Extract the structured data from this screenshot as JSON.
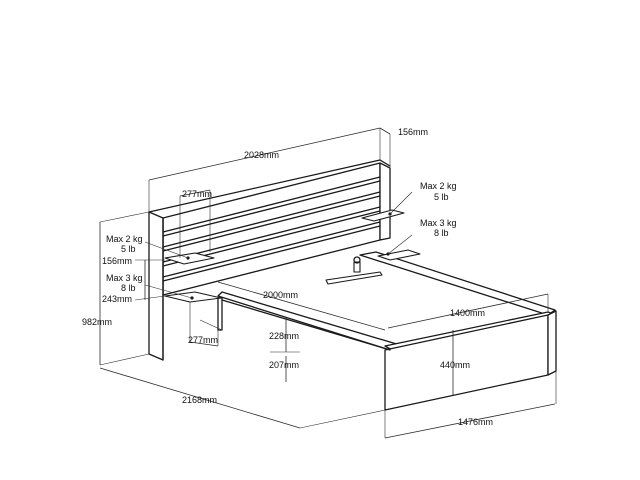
{
  "dimensions": {
    "headboard_width": "2028mm",
    "headboard_depth": "156mm",
    "shelf_depth_a": "277mm",
    "shelf_depth_b": "277mm",
    "side_depth": "156mm",
    "lower_shelf_height": "243mm",
    "total_height": "982mm",
    "inner_length": "2000mm",
    "inner_width": "1400mm",
    "leg_height": "228mm",
    "under_clearance": "207mm",
    "footboard_height": "440mm",
    "total_length": "2168mm",
    "total_width": "1476mm"
  },
  "load_labels": {
    "right_top": {
      "metric": "Max 2 kg",
      "imperial": "5 lb"
    },
    "right_bottom": {
      "metric": "Max 3 kg",
      "imperial": "8 lb"
    },
    "left_top": {
      "metric": "Max 2 kg",
      "imperial": "5 lb"
    },
    "left_bottom": {
      "metric": "Max 3 kg",
      "imperial": "8 lb"
    }
  }
}
